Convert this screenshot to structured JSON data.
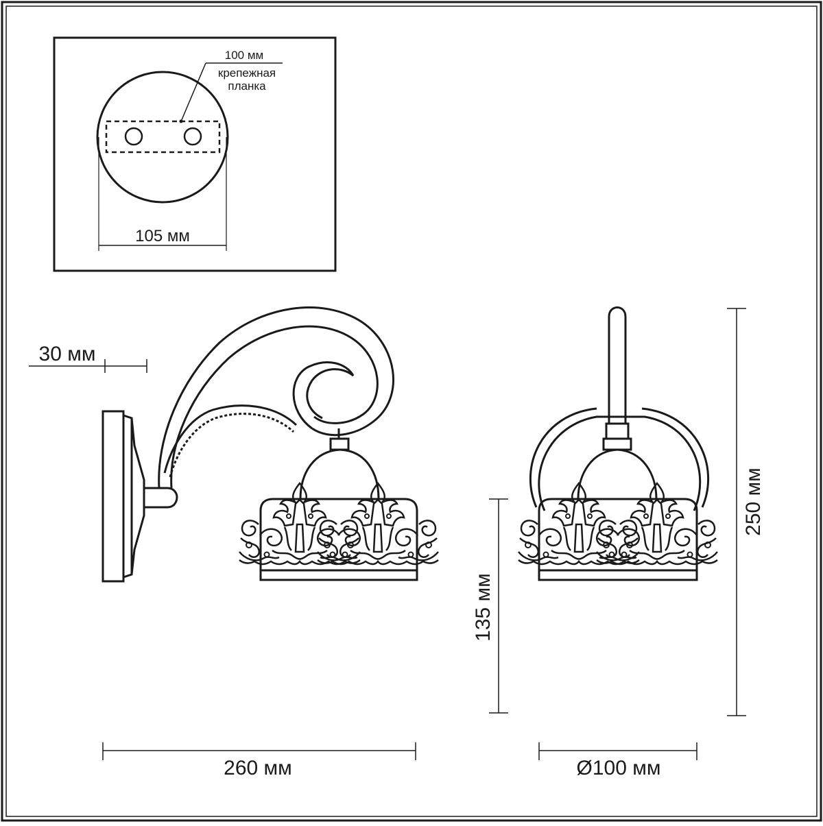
{
  "inset": {
    "plate_width_label": "100 мм",
    "plate_name_line1": "крепежная",
    "plate_name_line2": "планка",
    "base_diameter_label": "105 мм"
  },
  "side_view": {
    "wall_offset_label": "30 мм",
    "total_length_label": "260 мм",
    "shade_height_label": "135 мм"
  },
  "front_view": {
    "total_height_label": "250 мм",
    "shade_diameter_label": "Ø100 мм"
  },
  "colors": {
    "line": "#1a1a1a",
    "background": "#ffffff"
  }
}
